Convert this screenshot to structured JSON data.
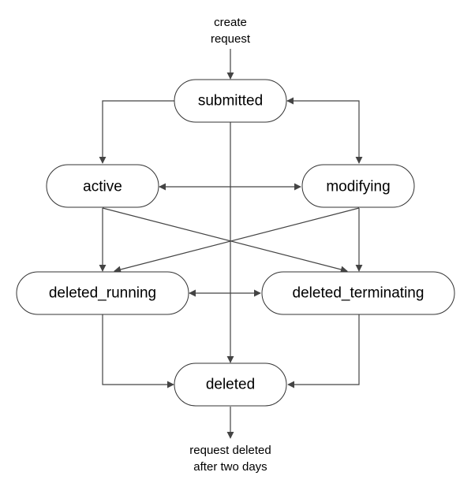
{
  "nodes": {
    "submitted": "submitted",
    "active": "active",
    "modifying": "modifying",
    "deleted_running": "deleted_running",
    "deleted_terminating": "deleted_terminating",
    "deleted": "deleted"
  },
  "captions": {
    "top_line1": "create",
    "top_line2": "request",
    "bottom_line1": "request deleted",
    "bottom_line2": "after two days"
  },
  "colors": {
    "stroke": "#444444",
    "node_border": "#333333",
    "background": "#ffffff"
  }
}
